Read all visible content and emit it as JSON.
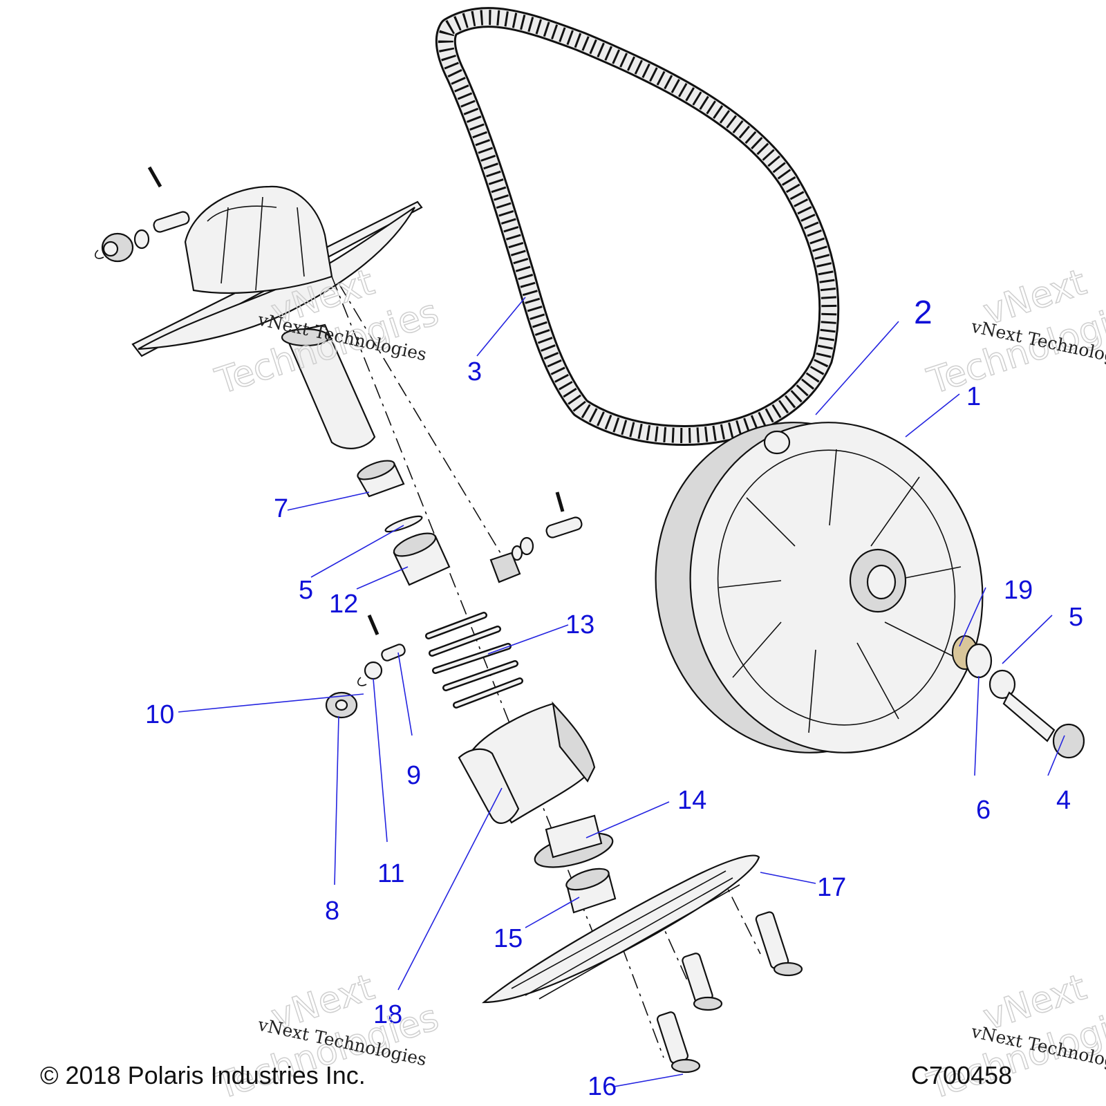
{
  "callouts": {
    "c1": "1",
    "c2": "2",
    "c3": "3",
    "c4": "4",
    "c5a": "5",
    "c5b": "5",
    "c6": "6",
    "c7": "7",
    "c8": "8",
    "c9": "9",
    "c10": "10",
    "c11": "11",
    "c12": "12",
    "c13": "13",
    "c14": "14",
    "c15": "15",
    "c16": "16",
    "c17": "17",
    "c18": "18",
    "c19": "19"
  },
  "watermark": {
    "brand": "vNext Technologies",
    "word1": "vNext",
    "word2": "Technologies"
  },
  "footer": {
    "copyright": "© 2018 Polaris Industries Inc.",
    "figure_id": "C700458"
  },
  "colors": {
    "callout": "#1010d8",
    "line": "#111111"
  }
}
